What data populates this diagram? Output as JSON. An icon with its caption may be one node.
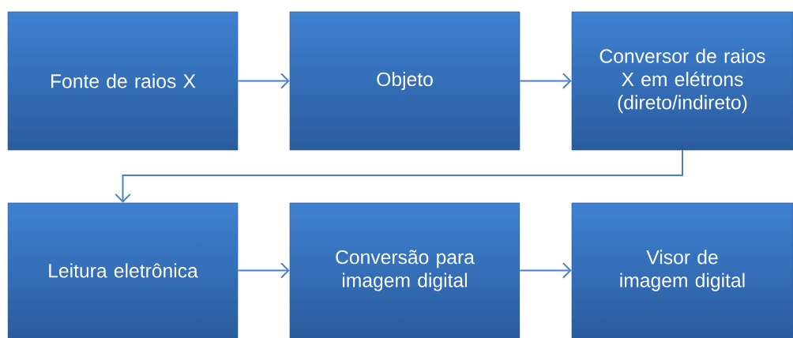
{
  "diagram": {
    "nodes": [
      {
        "text": [
          "Fonte de raios X"
        ]
      },
      {
        "text": [
          "Objeto"
        ]
      },
      {
        "text": [
          "Conversor de raios X em elétrons (direto/indireto)"
        ]
      },
      {
        "text": [
          "Leitura eletrônica"
        ]
      },
      {
        "text": [
          "Conversão para imagem digital"
        ]
      },
      {
        "text": [
          "Visor de imagem digital"
        ]
      }
    ],
    "edges": [
      {
        "from": 0,
        "to": 1,
        "arrow": "to"
      },
      {
        "from": 1,
        "to": 2,
        "arrow": "to"
      },
      {
        "from": 2,
        "to": 3,
        "arrow": "to"
      },
      {
        "from": 3,
        "to": 4,
        "arrow": "to"
      },
      {
        "from": 4,
        "to": 5,
        "arrow": "to"
      }
    ]
  }
}
